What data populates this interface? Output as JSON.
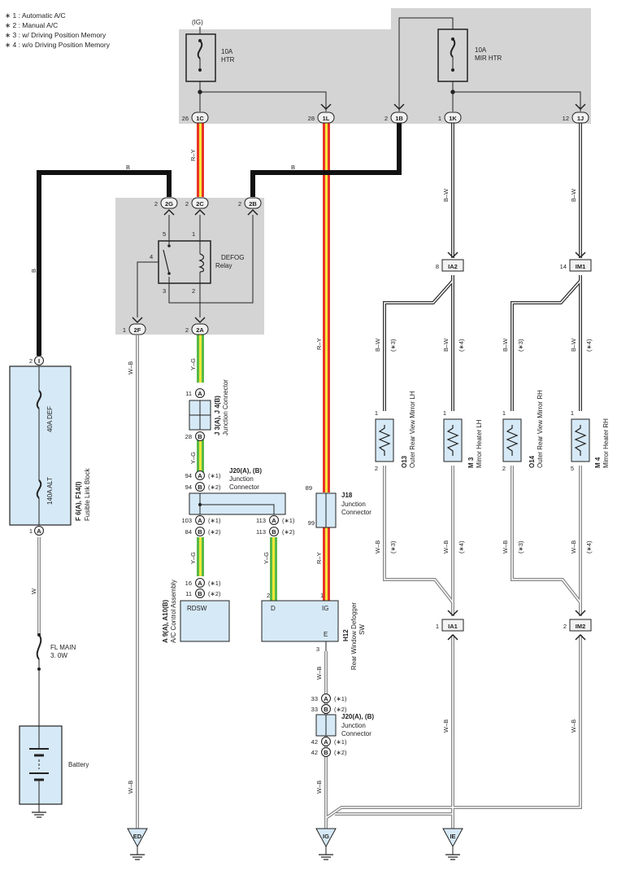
{
  "legend": [
    "∗ 1 : Automatic A/C",
    "∗ 2 : Manual A/C",
    "∗ 3 : w/ Driving Position Memory",
    "∗ 4 : w/o Driving Position Memory"
  ],
  "ig_label": "(IG)",
  "fuses": {
    "htr": [
      "10A",
      "HTR"
    ],
    "mir_htr": [
      "10A",
      "MIR HTR"
    ],
    "def": "40A DEF",
    "alt": "140A ALT",
    "fl_main": [
      "FL MAIN",
      "3. 0W"
    ]
  },
  "relay": [
    "DEFOG",
    "Relay"
  ],
  "relay_pins": [
    "5",
    "1",
    "4",
    "3",
    "2"
  ],
  "connectors": {
    "c1C": "1C",
    "c1L": "1L",
    "c1B": "1B",
    "c1K": "1K",
    "c1J": "1J",
    "c2G": "2G",
    "c2C": "2C",
    "c2B": "2B",
    "c2F": "2F",
    "c2A": "2A",
    "cI": "I",
    "cA": "A",
    "ia2": "IA2",
    "im1": "IM1",
    "ia1": "IA1",
    "im2": "IM2"
  },
  "pins": {
    "p26": "26",
    "p28": "28",
    "p2": "2",
    "p1": "1",
    "p12": "12",
    "p8": "8",
    "p14": "14",
    "p11": "11",
    "p94": "94",
    "p103": "103",
    "p84": "84",
    "p113": "113",
    "p16": "16",
    "p89": "89",
    "p99": "99",
    "p3": "3",
    "p33": "33",
    "p42": "42"
  },
  "wires": {
    "ry": "R–Y",
    "b": "B",
    "bw": "B–W",
    "wb": "W–B",
    "yg": "Y–G",
    "w": "W"
  },
  "notes": {
    "n1": "(∗1)",
    "n2": "(∗2)",
    "n3": "(∗3)",
    "n4": "(∗4)"
  },
  "letters": {
    "a": "A",
    "b": "B"
  },
  "components": {
    "fusible": {
      "code": "F 6(A), F14(I)",
      "name": "Fusible Link Block"
    },
    "j3": {
      "code": "J 3(A), J 4(B)",
      "name": "Junction Connector"
    },
    "j20": {
      "code": "J20(A), (B)",
      "name": [
        "Junction",
        "Connector"
      ]
    },
    "j18": {
      "code": "J18",
      "name": [
        "Junction",
        "Connector"
      ]
    },
    "a9": {
      "code": "A 9(A), A10(B)",
      "name": "A/C Control Assembly",
      "terminal": "RDSW"
    },
    "h12": {
      "code": "H12",
      "name": [
        "Rear Window Defogger",
        "SW"
      ],
      "terminals": [
        "D",
        "IG",
        "E"
      ]
    },
    "o13": {
      "code": "O13",
      "name": "Outer Rear View Mirror LH"
    },
    "m3": {
      "code": "M 3",
      "name": "Mirror Heater LH"
    },
    "o14": {
      "code": "O14",
      "name": "Outer Rear View Mirror RH"
    },
    "m4": {
      "code": "M 4",
      "name": "Mirror Heater RH"
    },
    "battery": "Battery"
  },
  "grounds": [
    "ED",
    "IG",
    "IE"
  ],
  "colors": {
    "red": "#e8342a",
    "yellow": "#f6e83a",
    "green": "#58b948",
    "box": "#d6e9f6",
    "panel": "#d4d4d4"
  }
}
